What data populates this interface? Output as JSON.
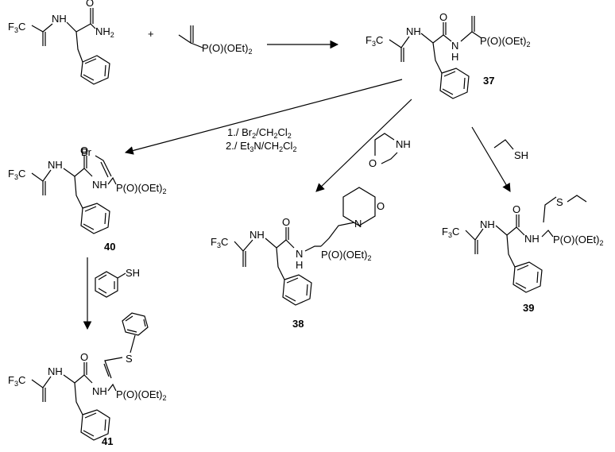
{
  "compounds": {
    "c37": {
      "number": "37",
      "fragment": "P(O)(OEt)2"
    },
    "c38": {
      "number": "38",
      "fragment": "P(O)(OEt)2"
    },
    "c39": {
      "number": "39",
      "fragment": "P(O)(OEt)2"
    },
    "c40": {
      "number": "40",
      "fragment": "P(O)(OEt)2",
      "halogen": "Br"
    },
    "c41": {
      "number": "41",
      "fragment": "P(O)(OEt)2"
    }
  },
  "reagents": {
    "plus": "+",
    "phosphonate": "P(O)(OEt)2",
    "route40_line1": "1./ Br2/CH2Cl2",
    "route40_line2": "2./ Et3N/CH2Cl2",
    "morpholine_O": "O",
    "morpholine_NH": "NH",
    "ethanethiol_SH": "SH",
    "thiophenol_SH": "SH"
  },
  "atoms": {
    "F3C": "F3C",
    "NH": "NH",
    "NH2": "NH2",
    "O": "O",
    "N": "N",
    "S": "S"
  }
}
